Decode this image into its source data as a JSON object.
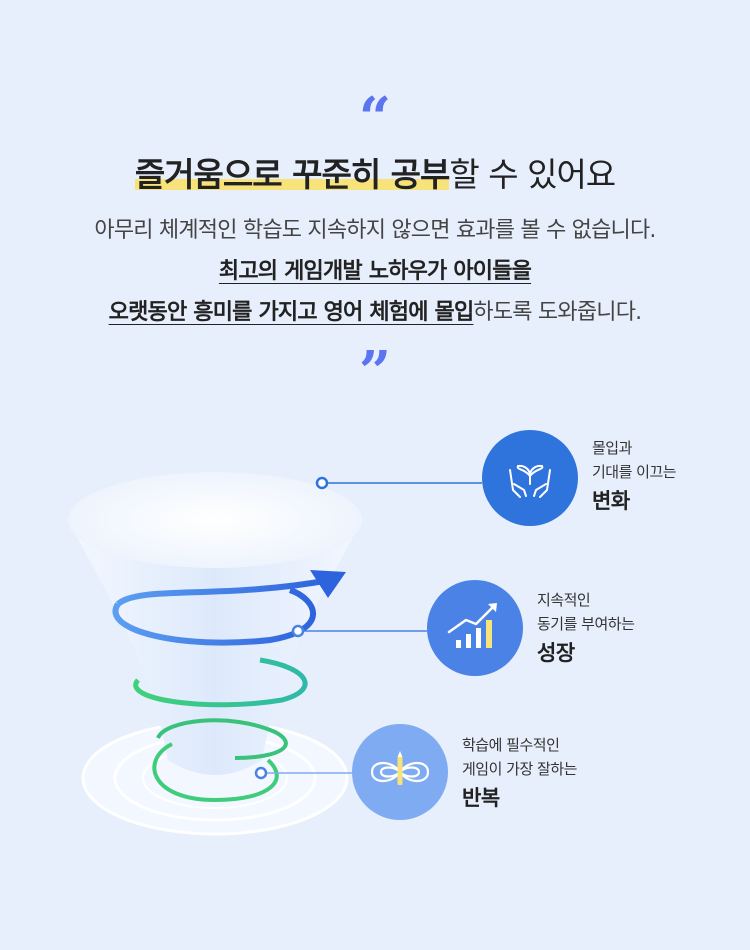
{
  "header": {
    "headline_highlight": "즐거움으로 꾸준히 공부",
    "headline_rest": "할 수 있어요",
    "line1": "아무리 체계적인 학습도 지속하지 않으면 효과를 볼 수 없습니다.",
    "line2_bold": "최고의 게임개발 노하우가 아이들을",
    "line3_bold": "오랫동안 흥미를 가지고 영어 체험에 몰입",
    "line3_rest": "하도록 도와줍니다."
  },
  "items": [
    {
      "line1": "몰입과",
      "line2": "기대를 이끄는",
      "title": "변화",
      "icon": "hands-sprout-icon"
    },
    {
      "line1": "지속적인",
      "line2": "동기를 부여하는",
      "title": "성장",
      "icon": "growth-chart-icon"
    },
    {
      "line1": "학습에 필수적인",
      "line2": "게임이 가장 잘하는",
      "title": "반복",
      "icon": "infinity-loop-icon"
    }
  ],
  "colors": {
    "background": "#e7effc",
    "accent_quote": "#5b74f0",
    "highlight": "#f8e37a",
    "circle_top": "#2f74dd",
    "circle_mid": "#4a82e6",
    "circle_bottom": "#7fabf2"
  }
}
